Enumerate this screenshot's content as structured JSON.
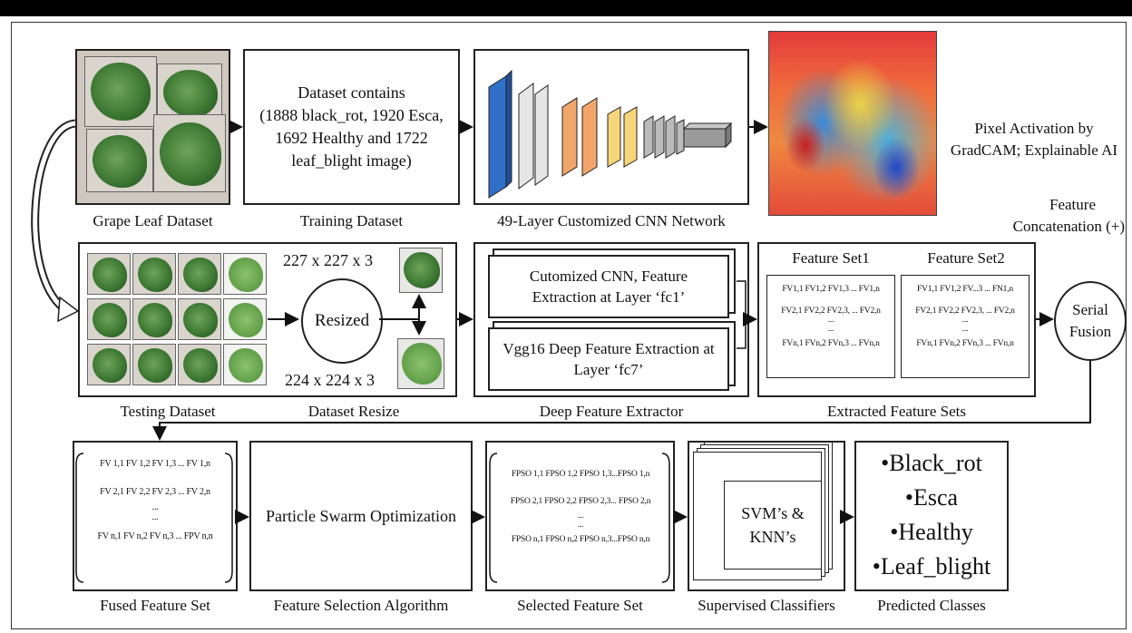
{
  "grape_caption": "Grape Leaf Dataset",
  "training": {
    "lines": [
      "Dataset contains",
      "(1888 black_rot, 1920 Esca,",
      "1692 Healthy and 1722",
      "leaf_blight image)"
    ],
    "caption": "Training Dataset"
  },
  "cnn_caption": "49-Layer Customized CNN Network",
  "gradcam_lines": [
    "Pixel Activation by",
    "GradCAM; Explainable AI"
  ],
  "concat_lines": [
    "Feature",
    "Concatenation (+)"
  ],
  "testing_caption": "Testing Dataset",
  "resize": {
    "top": "227 x 227 x 3",
    "label": "Resized",
    "bottom": "224 x 224 x 3",
    "caption": "Dataset Resize"
  },
  "extractor": {
    "box1": [
      "Cutomized CNN, Feature",
      "Extraction at Layer ‘fc1’"
    ],
    "box2": [
      "Vgg16 Deep Feature Extraction at",
      "Layer ‘fc7’"
    ],
    "caption": "Deep Feature Extractor"
  },
  "feature_sets": {
    "set1": {
      "title": "Feature Set1",
      "lines": [
        "FV1,1 FV1,2 FV1,3 ... FV1,n",
        "FV2,1 FV2,2 FV2,3, ... FV2,n",
        "...",
        "...",
        "FVn,1 FVn,2 FVn,3 ... FVn,n"
      ]
    },
    "set2": {
      "title": "Feature Set2",
      "lines": [
        "FV1,1 FV1,2 FV...3 ... FN1,n",
        "FV2,1 FV2,2 FV2,3, ... FV2,n",
        "...",
        "...",
        "FVn,1 FVn,2 FVn,3 ... FVn,n"
      ]
    },
    "caption": "Extracted Feature Sets"
  },
  "serial_fusion": [
    "Serial",
    "Fusion"
  ],
  "fused": {
    "lines": [
      "FV 1,1  FV 1,2  FV 1,3  ...  FV 1,n",
      "FV 2,1  FV 2,2  FV 2,3  ...  FV 2,n",
      "...",
      "...",
      "FV n,1  FV n,2  FV n,3  ...  FPV n,n"
    ],
    "caption": "Fused Feature Set"
  },
  "pso": {
    "label": "Particle Swarm Optimization",
    "caption": "Feature Selection Algorithm"
  },
  "selected": {
    "lines": [
      "FPSO 1,1 FPSO 1,2 FPSO 1,3...FPSO 1,n",
      "FPSO 2,1 FPSO 2,2 FPSO 2,3... FPSO 2,n",
      "...",
      "...",
      "FPSO n,1 FPSO n,2 FPSO n,3...FPSO n,n"
    ],
    "caption": "Selected Feature Set"
  },
  "classifiers": {
    "lines": [
      "SVM’s &",
      "KNN’s"
    ],
    "caption": "Supervised Classifiers"
  },
  "predicted": {
    "classes": [
      "•Black_rot",
      "•Esca",
      "•Healthy",
      "•Leaf_blight"
    ],
    "caption": "Predicted Classes"
  }
}
